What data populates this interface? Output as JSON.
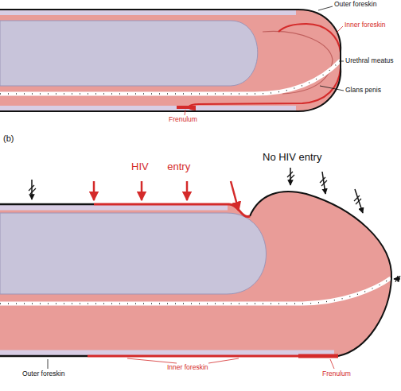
{
  "diagram": {
    "labels": [
      "Outer foreskin",
      "Inner foreskin",
      "Urethral meatus",
      "Glans penis",
      "Frenulum",
      "(b)",
      "HIV entry",
      "No HIV entry",
      "Outer foreskin",
      "Inner foreskin",
      "Frenulum"
    ]
  }
}
